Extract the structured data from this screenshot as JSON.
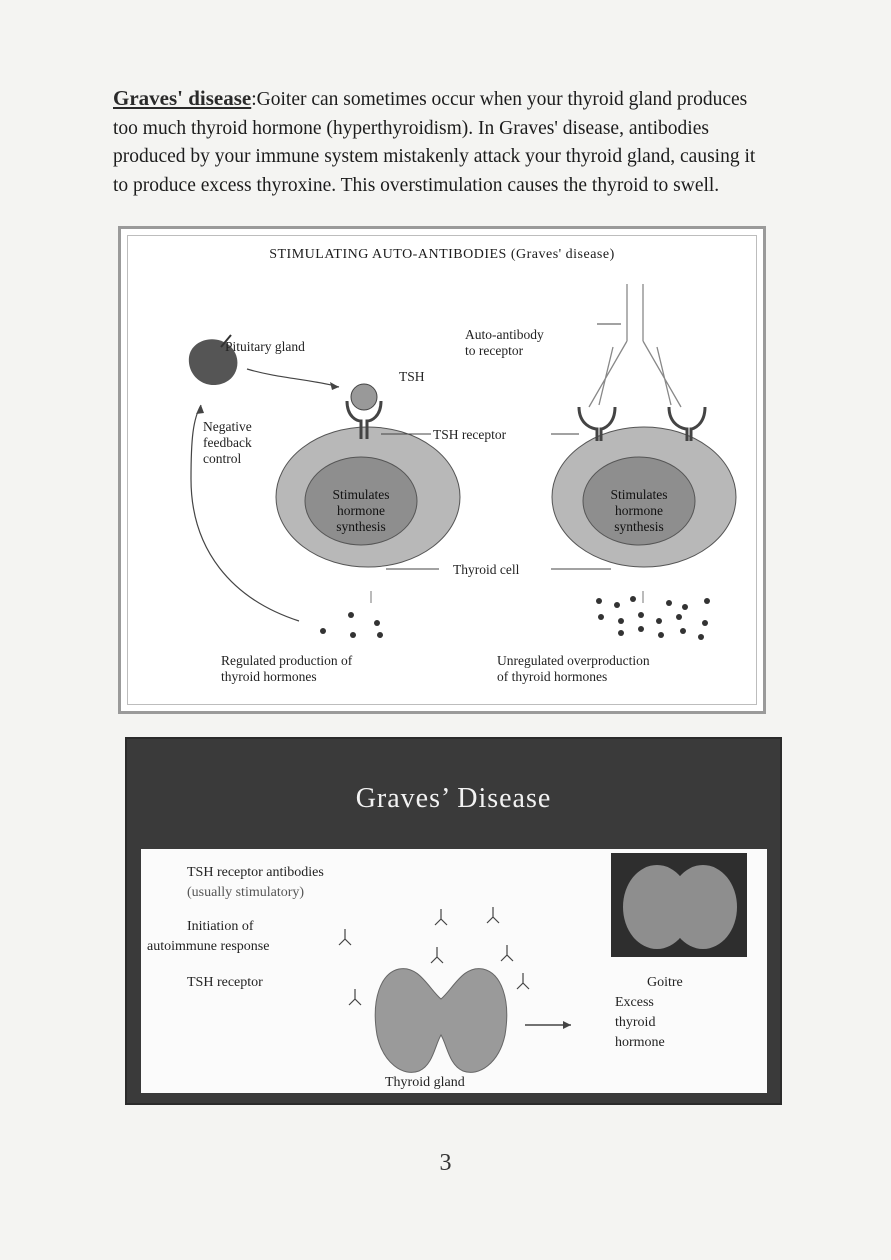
{
  "paragraph": {
    "term": "Graves' disease",
    "text": ":Goiter can sometimes occur when your thyroid gland produces too much thyroid hormone (hyperthyroidism). In Graves' disease, antibodies produced by your immune system mistakenly attack your thyroid gland, causing it to produce excess thyroxine. This overstimulation causes the thyroid to swell."
  },
  "figure1": {
    "title": "STIMULATING AUTO-ANTIBODIES (Graves' disease)",
    "pituitary": "Pituitary gland",
    "tsh": "TSH",
    "feedback": [
      "Negative",
      "feedback",
      "control"
    ],
    "autoantibody": [
      "Auto-antibody",
      "to receptor"
    ],
    "receptor": "TSH receptor",
    "stimulates": [
      "Stimulates",
      "hormone",
      "synthesis"
    ],
    "thyroid_cell": "Thyroid cell",
    "regulated": [
      "Regulated production of",
      "thyroid hormones"
    ],
    "unregulated": [
      "Unregulated overproduction",
      "of thyroid hormones"
    ]
  },
  "figure2": {
    "title": "Graves’ Disease",
    "antibodies": "TSH receptor antibodies",
    "antibodies_note": "(usually stimulatory)",
    "initiation": [
      "Initiation of",
      "autoimmune response"
    ],
    "receptor": "TSH receptor",
    "goitre": "Goitre",
    "excess": [
      "Excess",
      "thyroid",
      "hormone"
    ],
    "gland": "Thyroid gland"
  },
  "page_number": "3",
  "colors": {
    "paper": "#f4f4f2",
    "slide_dark": "#3a3a3a",
    "cell_outer": "#b7b7b7",
    "cell_inner": "#8f8f8f"
  }
}
